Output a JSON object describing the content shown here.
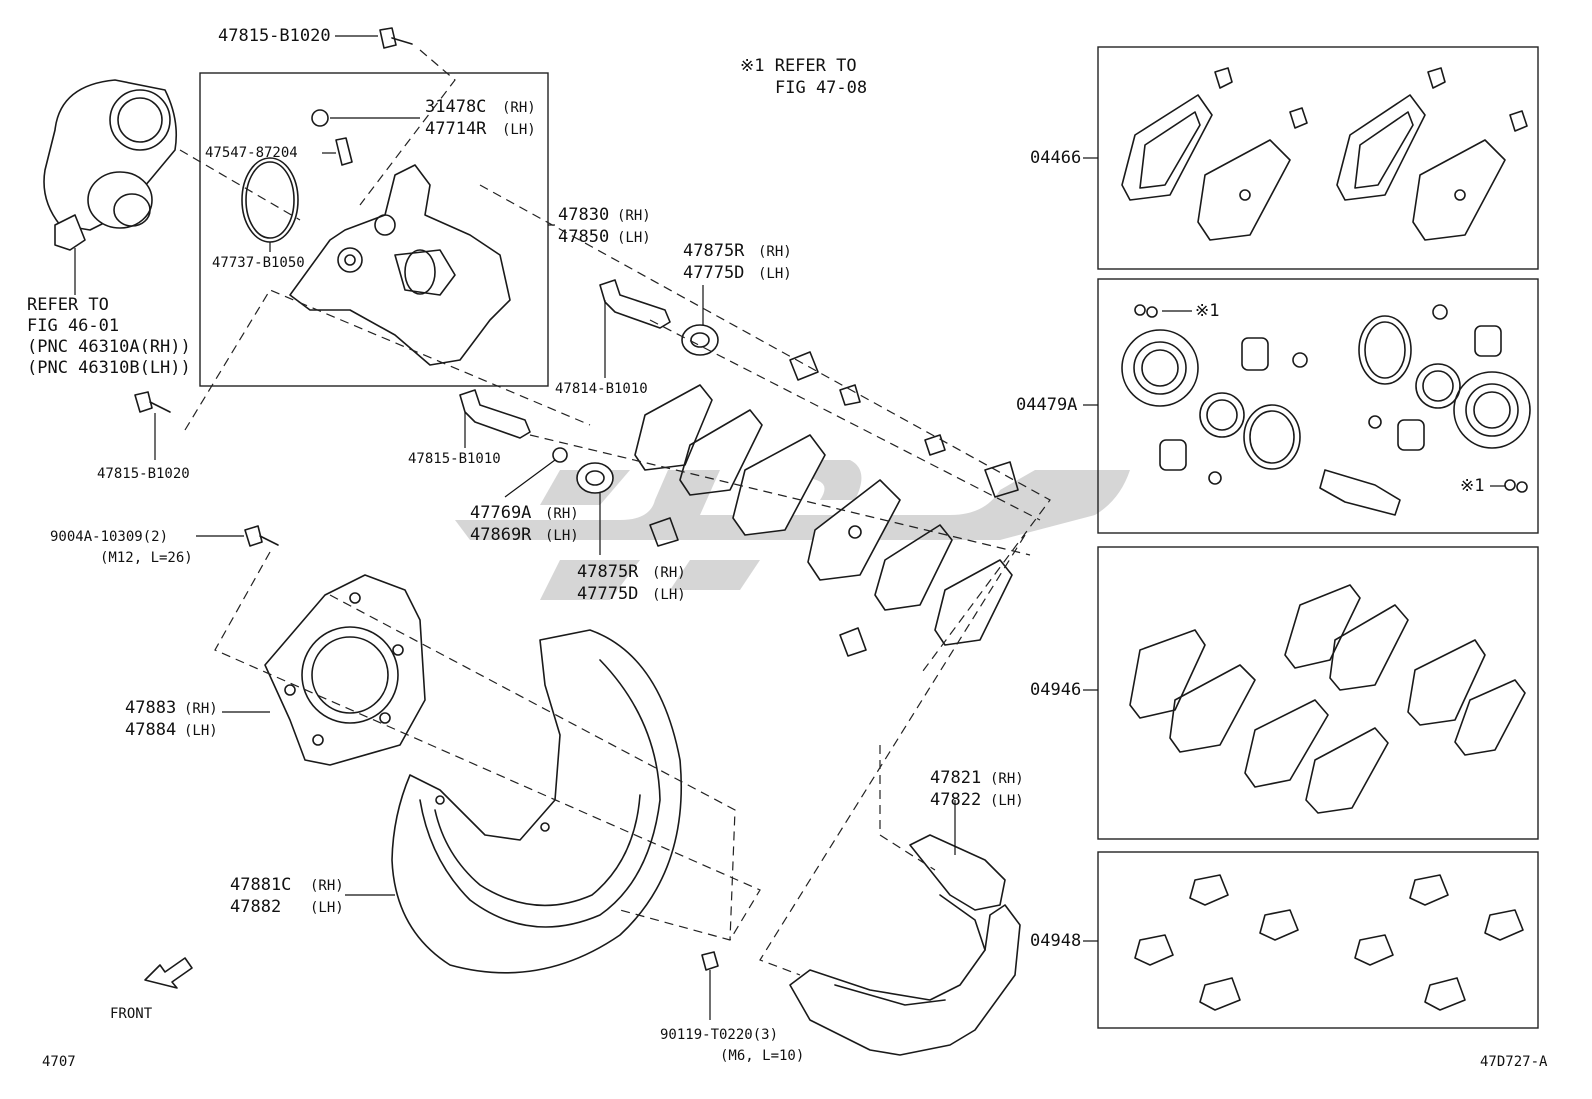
{
  "labels": {
    "bolt_top": "47815-B1020",
    "refer_note_line1": "※1 REFER TO",
    "refer_note_line2": "FIG 47-08",
    "p31478c": "31478C",
    "p47714r": "47714R",
    "rh": "(RH)",
    "lh": "(LH)",
    "bleeder": "47547-87204",
    "p47830": "47830",
    "p47850": "47850",
    "oring": "47737-B1050",
    "p47875r_a": "47875R",
    "p47775d_a": "47775D",
    "refer_motor_1": "REFER TO",
    "refer_motor_2": "FIG 46-01",
    "refer_motor_3": "(PNC 46310A(RH))",
    "refer_motor_4": "(PNC 46310B(LH))",
    "pin_a": "47814-B1010",
    "bolt_left": "47815-B1020",
    "pin_b": "47815-B1010",
    "p47769a": "47769A",
    "p47869r": "47869R",
    "p47875r_b": "47875R",
    "p47775d_b": "47775D",
    "bolt_9004a": "9004A-10309(2)",
    "bolt_9004a_spec": "(M12, L=26)",
    "p47883": "47883",
    "p47884": "47884",
    "p47881c": "47881C",
    "p47882": "47882",
    "p47821": "47821",
    "p47822": "47822",
    "screw_90119": "90119-T0220(3)",
    "screw_90119_spec": "(M6, L=10)",
    "front": "FRONT",
    "page_code": "4707",
    "fig_code": "47D727-A",
    "kit_04466": "04466",
    "kit_04479a": "04479A",
    "kit_04946": "04946",
    "kit_04948": "04948",
    "ref_mark": "※1"
  },
  "colors": {
    "line": "#1a1a1a",
    "watermark": "#c8c8c8",
    "background": "#ffffff"
  }
}
